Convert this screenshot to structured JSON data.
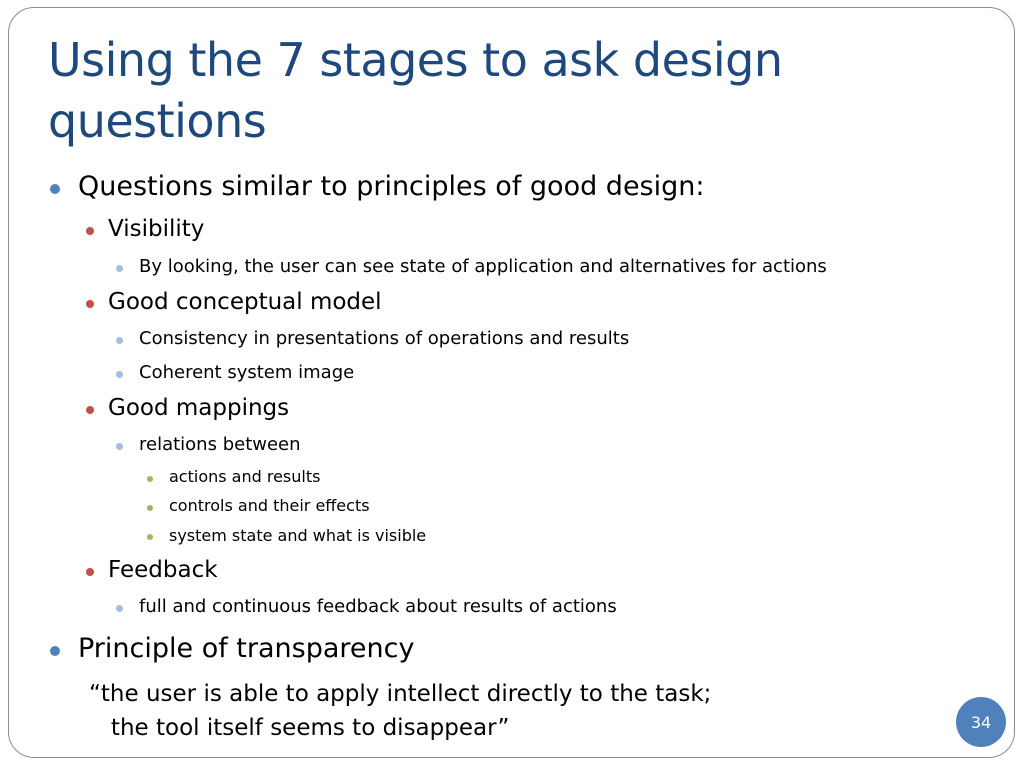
{
  "slide": {
    "title": "Using the 7 stages to ask design questions",
    "bullets": {
      "questions": "Questions similar to principles of good design:",
      "visibility": "Visibility",
      "visibility_detail": "By looking, the user can see state of application and alternatives for actions",
      "conceptual_model": "Good conceptual model",
      "consistency": "Consistency in presentations of operations and results",
      "coherent": "Coherent system image",
      "mappings": "Good mappings",
      "relations": "relations between",
      "actions_results": "actions and results",
      "controls_effects": "controls and their effects",
      "system_state": "system state and what is visible",
      "feedback": "Feedback",
      "feedback_detail": "full and continuous feedback about results of actions",
      "transparency": "Principle of transparency"
    },
    "quote": "“the user is able to apply intellect directly to the task;\n   the tool itself seems to disappear”",
    "page_number": "34"
  },
  "colors": {
    "title": "#1f497d",
    "level1_bullet": "#4f81bd",
    "level2_bullet": "#c0504d",
    "level3_bullet": "#a7bde0",
    "level4_bullet": "#9bbb59",
    "page_badge": "#4f81bd",
    "page_badge_text": "#ffffff",
    "frame": "#8c8c8c"
  }
}
